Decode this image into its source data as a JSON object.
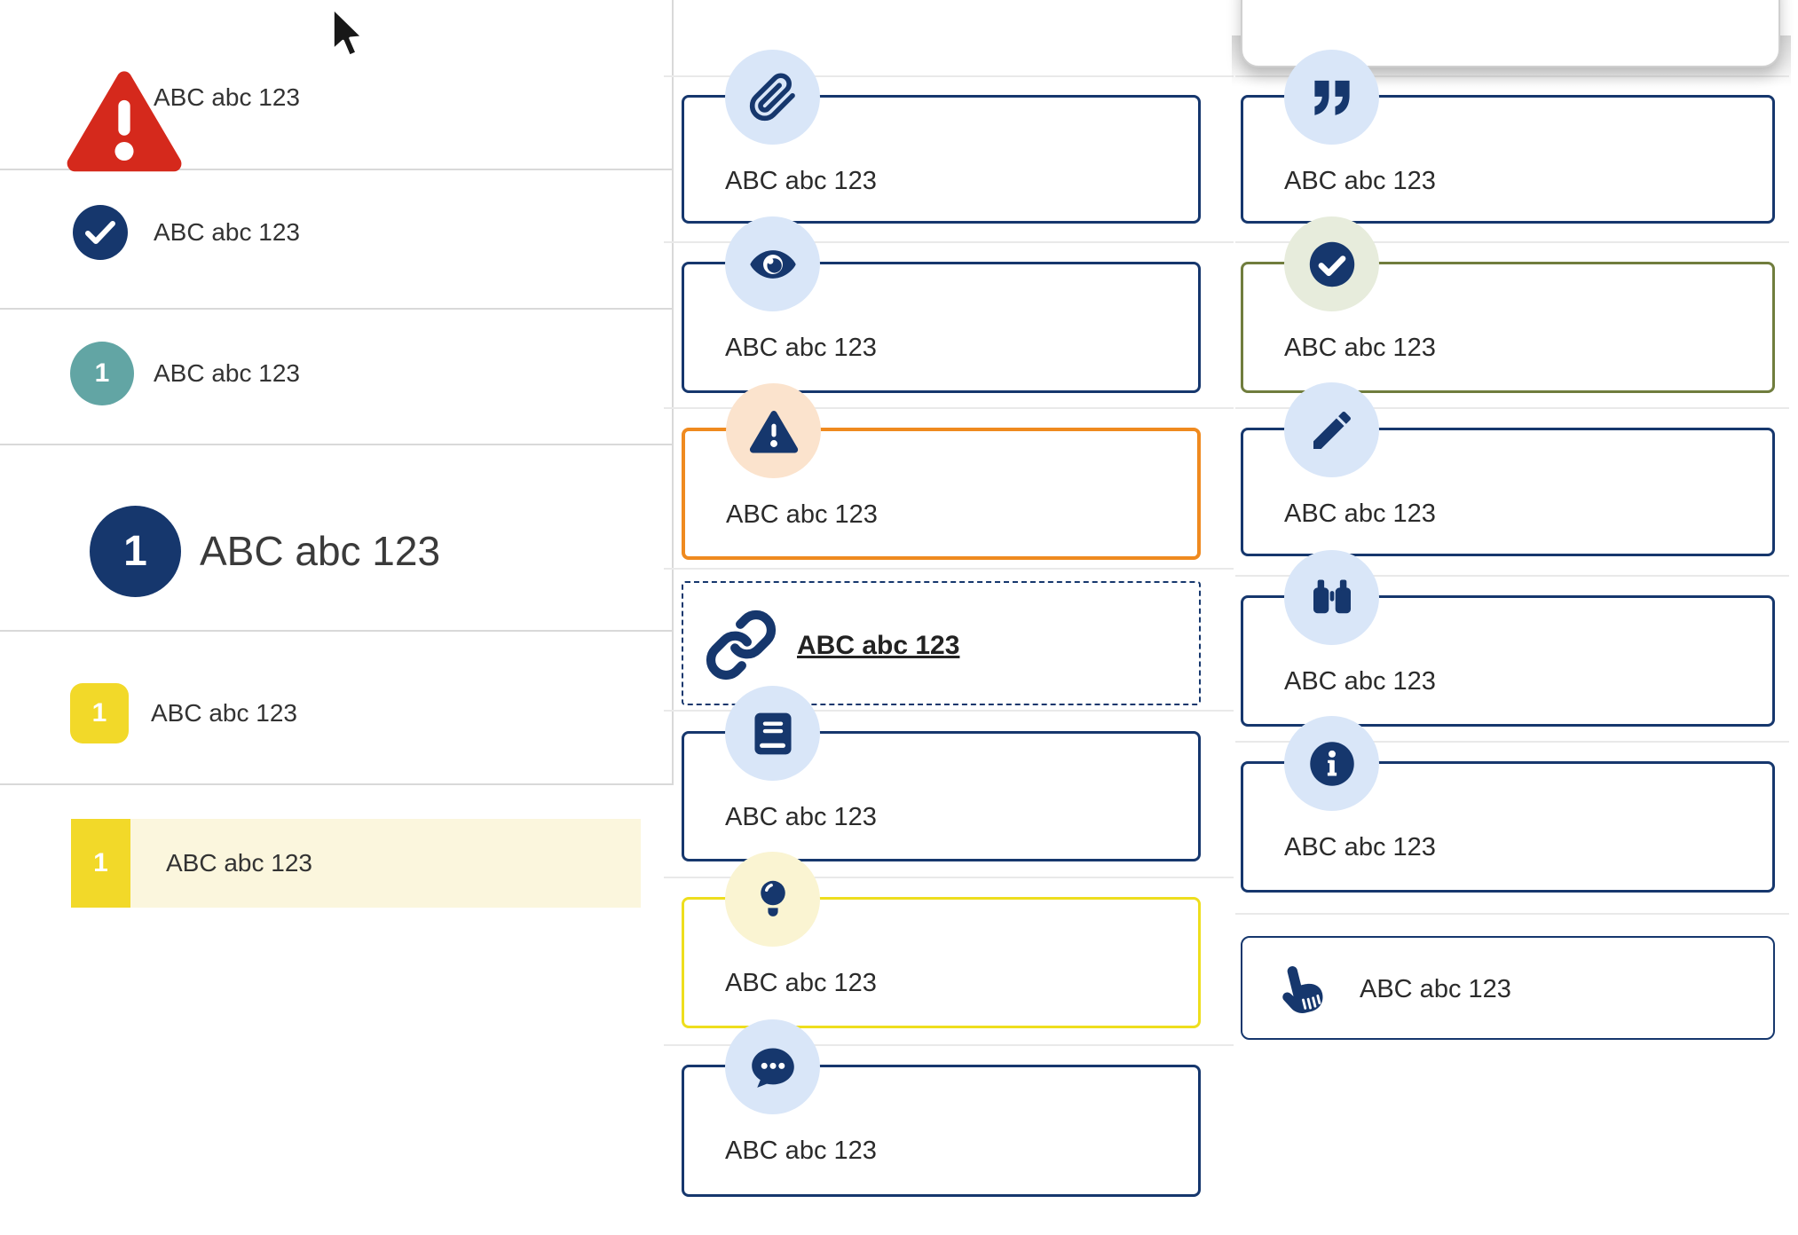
{
  "palette": {
    "navy": "#16376d",
    "red": "#d5291c",
    "teal": "#62a5a4",
    "gold": "#f2d929",
    "highlight": "#fbf6dd",
    "badge_blue": "#d9e6f8",
    "badge_peach": "#fbe3cd",
    "badge_yellow": "#faf4d2",
    "badge_green": "#e7ecdc",
    "orange": "#ef8a1f",
    "olive": "#707d3d",
    "yellow_border": "#eede1d",
    "text": "#333333"
  },
  "left": {
    "items": [
      {
        "icon": "warning-triangle",
        "variant": "alert-red",
        "label": "ABC abc 123"
      },
      {
        "icon": "check-circle",
        "variant": "navy-circle",
        "label": "ABC abc 123"
      },
      {
        "icon": "number-badge",
        "variant": "teal-circle",
        "number": "1",
        "label": "ABC abc 123"
      },
      {
        "icon": "number-badge",
        "variant": "navy-circle-large",
        "number": "1",
        "label": "ABC abc 123"
      },
      {
        "icon": "number-badge",
        "variant": "yellow-rounded-square",
        "number": "1",
        "label": "ABC abc 123"
      },
      {
        "icon": "number-badge",
        "variant": "yellow-marker-highlighted-row",
        "number": "1",
        "label": "ABC abc 123"
      }
    ]
  },
  "middle": {
    "boxes": [
      {
        "icon": "paperclip",
        "border": "navy",
        "label": "ABC abc 123"
      },
      {
        "icon": "eye",
        "border": "navy",
        "label": "ABC abc 123"
      },
      {
        "icon": "warning-triangle",
        "border": "orange",
        "label": "ABC abc 123"
      },
      {
        "icon": "link",
        "border": "navy-dashed",
        "is_link": true,
        "label": "ABC abc 123"
      },
      {
        "icon": "book",
        "border": "navy",
        "label": "ABC abc 123"
      },
      {
        "icon": "lightbulb",
        "border": "yellow",
        "label": "ABC abc 123"
      },
      {
        "icon": "speech-bubble",
        "border": "navy",
        "label": "ABC abc 123"
      }
    ]
  },
  "right": {
    "partial_card_visible": true,
    "boxes": [
      {
        "icon": "quote",
        "border": "navy",
        "label": "ABC abc 123"
      },
      {
        "icon": "check-circle",
        "border": "olive",
        "label": "ABC abc 123"
      },
      {
        "icon": "pencil",
        "border": "navy",
        "label": "ABC abc 123"
      },
      {
        "icon": "binoculars",
        "border": "navy",
        "label": "ABC abc 123"
      },
      {
        "icon": "info",
        "border": "navy",
        "label": "ABC abc 123"
      },
      {
        "icon": "hand-pointer",
        "border": "navy-thin",
        "label": "ABC abc 123"
      }
    ]
  }
}
